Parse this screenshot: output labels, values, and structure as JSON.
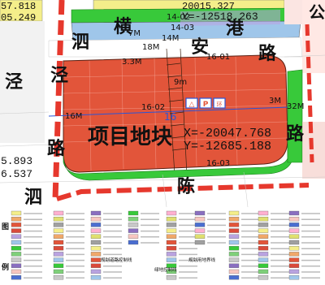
{
  "coords_top_left": [
    "57.818",
    "05.249"
  ],
  "coords_top_right": "Y=-12518.263",
  "coords_top_right_partial": "20015.327",
  "coords_left": [
    "5.893",
    "6.537"
  ],
  "project_coords": [
    "X=-20047.768",
    "Y=-12685.188"
  ],
  "project_label": "项目地块",
  "parcel_number": "16",
  "parcel_codes": [
    "14-02",
    "14-03",
    "16-01",
    "16-02",
    "16-03"
  ],
  "widths": {
    "w7m": "7M",
    "w18m": "18M",
    "w14m": "14M",
    "w33m": "3.3M",
    "w9m": "9m",
    "w16m": "16M",
    "w3m": "3M",
    "w32m": "32M"
  },
  "road_chars": {
    "heng": "横",
    "an": "安",
    "gang": "港",
    "lu": "路",
    "si": "泗",
    "jing": "泾",
    "chen": "陈",
    "gong": "公"
  },
  "facility_icons": [
    "△",
    "P",
    "环"
  ],
  "legend": {
    "title_left_1": "图",
    "title_left_2": "例",
    "note_1": "规划道路控制线",
    "note_2": "绿地控制线",
    "note_3": "规划用地界线"
  },
  "colors": {
    "parcel_red": "#e2553a",
    "green": "#38c93a",
    "yellow": "#f4ee8a",
    "road_red": "#e6382d",
    "blue_line": "#2b55d6",
    "purple": "#b7a0d8",
    "lightblue": "#9fc6ea"
  }
}
